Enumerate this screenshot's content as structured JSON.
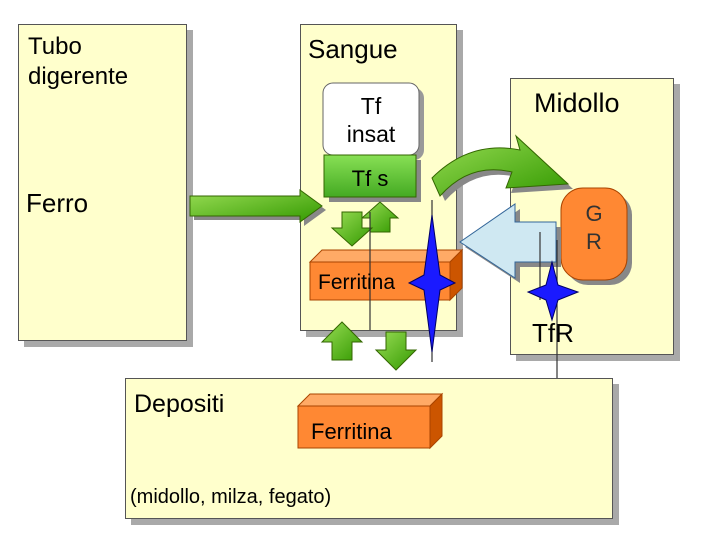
{
  "tubo": {
    "title_line1": "Tubo",
    "title_line2": "digerente",
    "ferro": "Ferro"
  },
  "sangue": {
    "title": "Sangue",
    "tf_insat_line1": "Tf",
    "tf_insat_line2": "insat",
    "tf_s": "Tf s",
    "ferritina": "Ferritina"
  },
  "midollo": {
    "title": "Midollo",
    "gr_line1": "G",
    "gr_line2": "R",
    "tfr": "TfR"
  },
  "depositi": {
    "title": "Depositi",
    "ferritina": "Ferritina",
    "note": "(midollo, milza, fegato)"
  },
  "colors": {
    "box_fill": "#ffffcc",
    "green": "#66cc33",
    "orange": "#ff8833",
    "blue": "#1a1aff",
    "gray_arrow": "#c8e4f0"
  }
}
